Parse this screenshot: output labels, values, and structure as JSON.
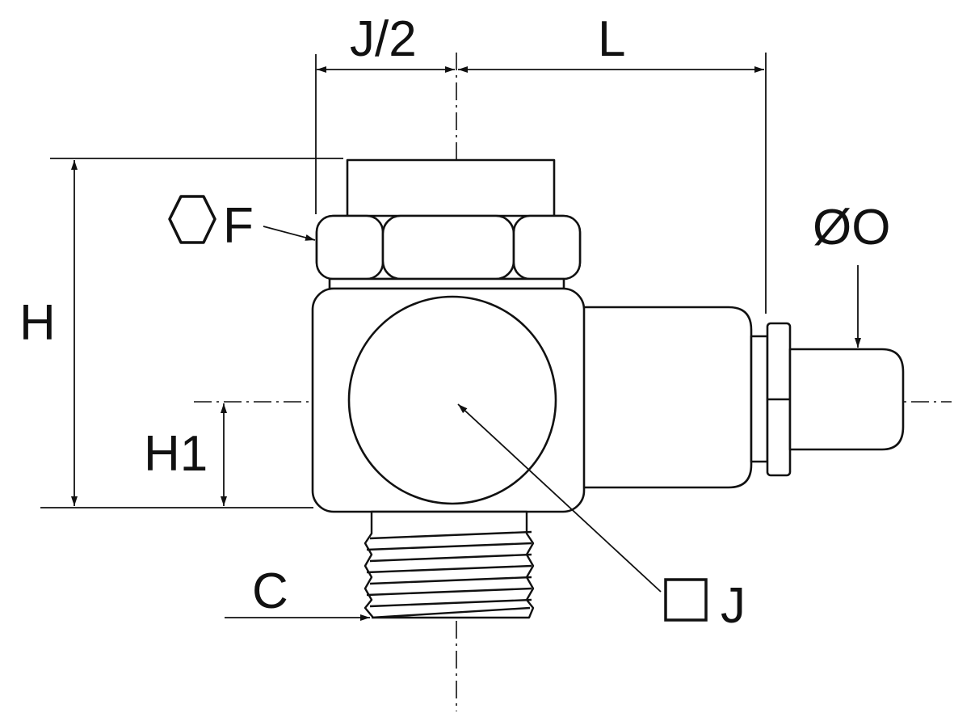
{
  "labels": {
    "j_half": "J/2",
    "l": "L",
    "f": "F",
    "o": "ØO",
    "h": "H",
    "h1": "H1",
    "c": "C",
    "j": "J"
  },
  "symbols": {
    "hexagon": "hexagon-icon",
    "square": "square-icon"
  },
  "colors": {
    "ink": "#111111",
    "background": "#ffffff"
  }
}
